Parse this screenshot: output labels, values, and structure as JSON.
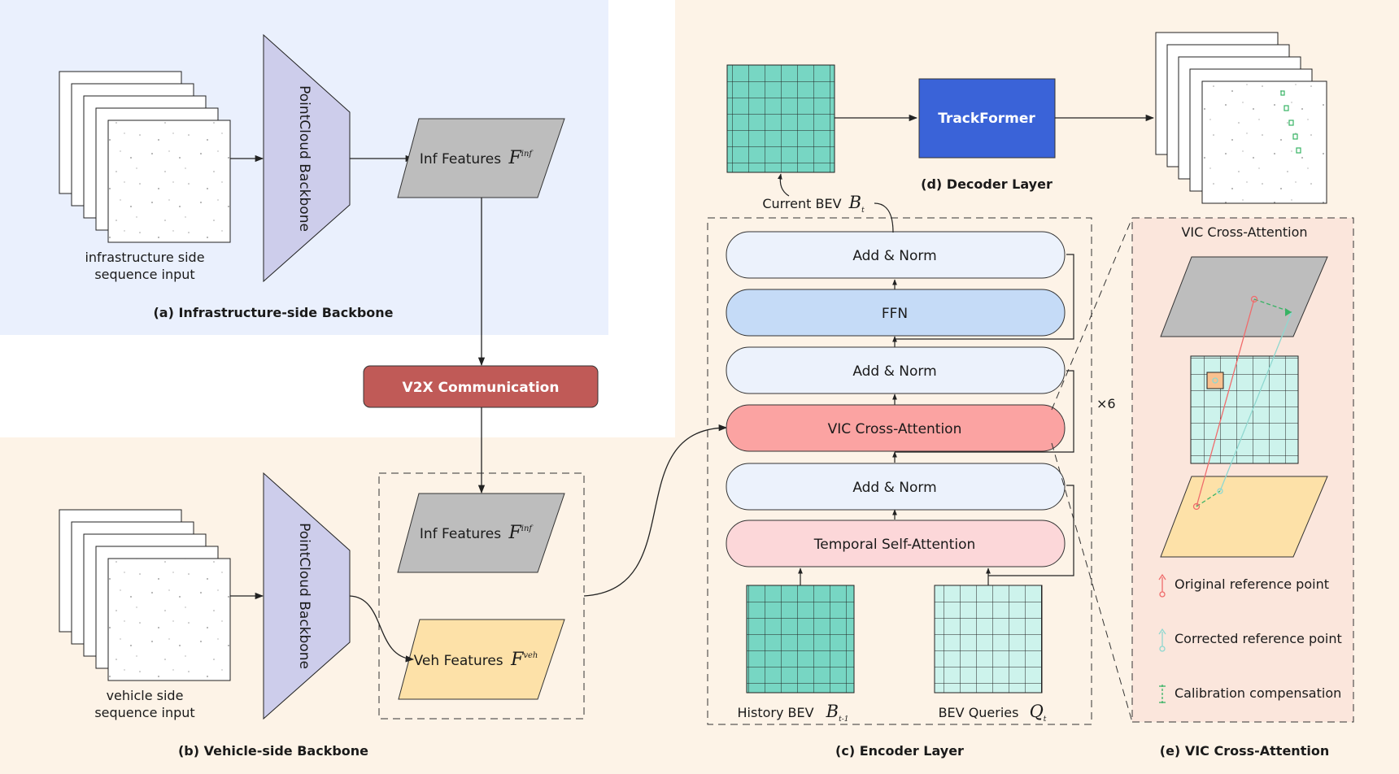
{
  "sections": {
    "a": "(a) Infrastructure-side Backbone",
    "b": "(b) Vehicle-side Backbone",
    "c": "(c) Encoder Layer",
    "d": "(d) Decoder Layer",
    "e": "(e) VIC Cross-Attention"
  },
  "infra": {
    "input_line1": "infrastructure side",
    "input_line2": "sequence input",
    "backbone": "PointCloud Backbone",
    "features": "Inf Features",
    "features_sym": "F",
    "features_sup": "inf"
  },
  "comm": {
    "label": "V2X Communication"
  },
  "vehicle": {
    "input_line1": "vehicle side",
    "input_line2": "sequence input",
    "backbone": "PointCloud Backbone",
    "inf_features": "Inf Features",
    "inf_sym": "F",
    "inf_sup": "inf",
    "veh_features": "Veh Features",
    "veh_sym": "F",
    "veh_sup": "veh"
  },
  "encoder": {
    "blocks": [
      "Add & Norm",
      "FFN",
      "Add & Norm",
      "VIC Cross-Attention",
      "Add & Norm",
      "Temporal Self-Attention"
    ],
    "repeat": "×6",
    "history_label": "History BEV",
    "history_sym": "B",
    "history_sub": "t-1",
    "queries_label": "BEV Queries",
    "queries_sym": "Q",
    "queries_sub": "t"
  },
  "decoder": {
    "current_label": "Current BEV",
    "current_sym": "B",
    "current_sub": "t",
    "trackformer": "TrackFormer"
  },
  "vic": {
    "title": "VIC Cross-Attention",
    "legend": [
      "Original reference point",
      "Corrected reference point",
      "Calibration compensation"
    ]
  },
  "colors": {
    "infra_bg": "#eaf0fd",
    "vehicle_bg": "#fdf3e7",
    "backbone": "#cdcdeb",
    "inf_feature": "#bdbdbd",
    "veh_feature": "#fde1a8",
    "comm": "#c05a57",
    "trackformer": "#3a63d8",
    "ffn": "#c5dbf7",
    "add_norm": "#ecf2fc",
    "vic_attn": "#fba3a2",
    "temporal_attn": "#fcd7d9",
    "bev_dark": "#77d6c3",
    "bev_light": "#cdf3ec",
    "vic_panel": "#fbe6dc",
    "original": "#ef6c6c",
    "corrected": "#8fd8d0",
    "calibration": "#37b364"
  }
}
